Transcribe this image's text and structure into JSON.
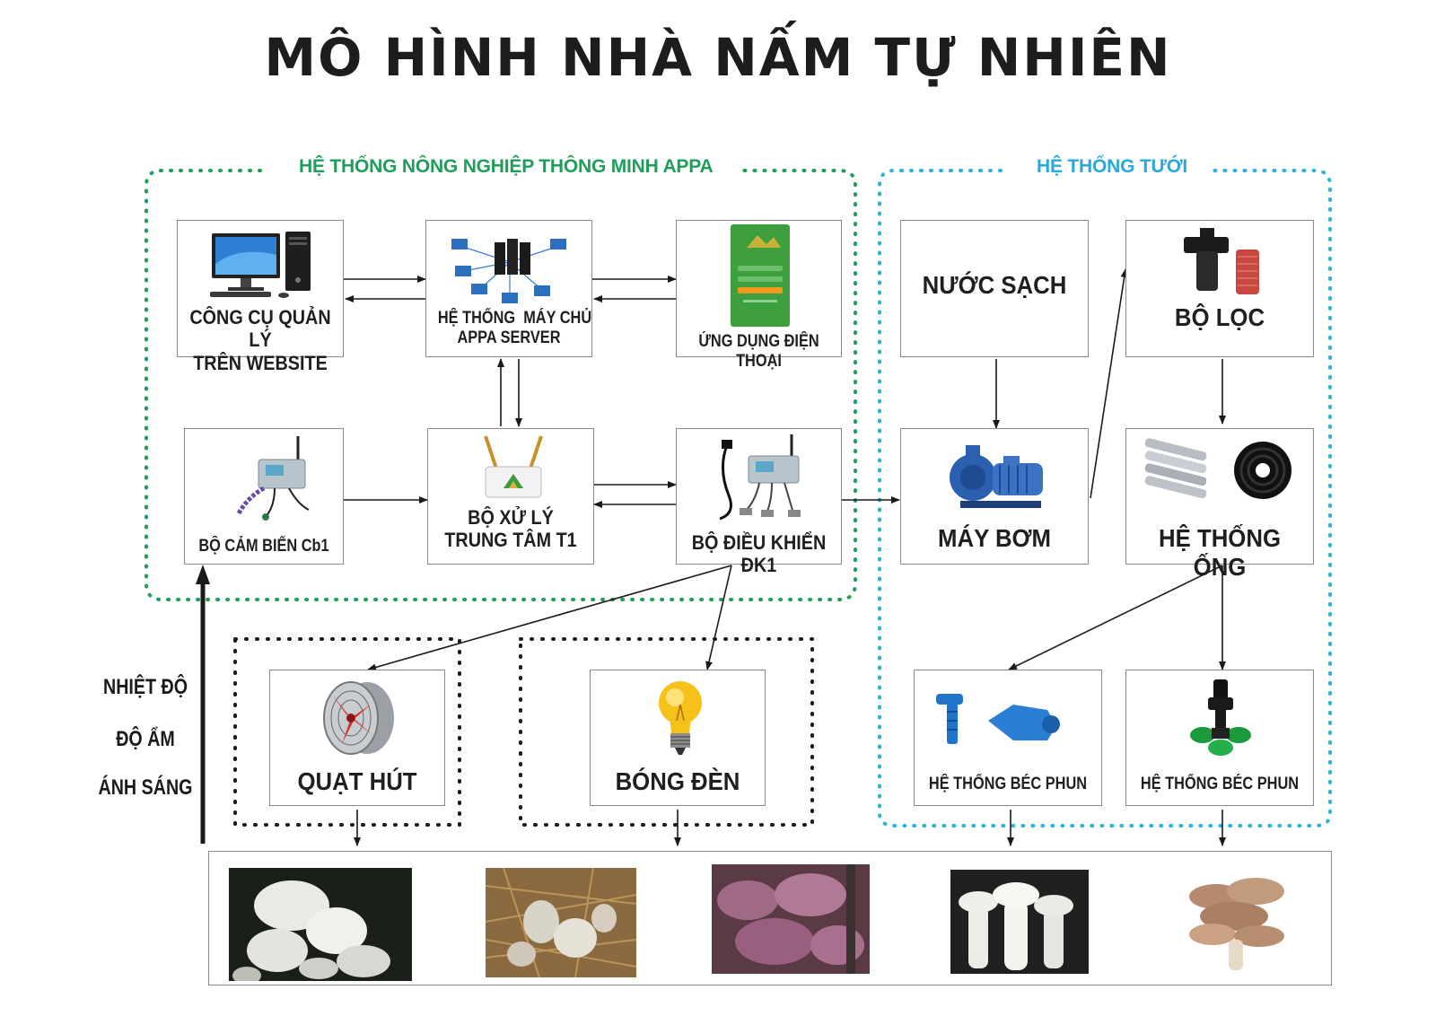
{
  "title": "MÔ HÌNH NHÀ NẤM TỰ NHIÊN",
  "colors": {
    "appa_border": "#1f9e5a",
    "appa_title": "#1f9e5a",
    "irrigation_border": "#2fb3d8",
    "irrigation_title": "#2aa7dd",
    "arrow": "#1a1a1a"
  },
  "groups": {
    "appa": {
      "title": "HỆ THỐNG NÔNG NGHIỆP THÔNG MINH APPA"
    },
    "irrigation": {
      "title": "HỆ THỐNG TƯỚI"
    }
  },
  "nodes": {
    "web_tool": {
      "label_1": "CÔNG CỤ QUẢN LÝ",
      "label_2": "TRÊN WEBSITE",
      "icon": "desktop-computer-icon"
    },
    "server": {
      "label_1": "HỆ THỐNG  MÁY CHỦ",
      "label_2": "APPA SERVER",
      "icon": "server-network-icon"
    },
    "phone_app": {
      "label": "ỨNG DỤNG ĐIỆN THOẠI",
      "icon": "smartphone-app-icon"
    },
    "sensor": {
      "label": "BỘ CẢM BIẾN Cb1",
      "icon": "sensor-device-icon"
    },
    "processor": {
      "label_1": "BỘ XỬ LÝ",
      "label_2": "TRUNG TÂM T1",
      "icon": "router-icon"
    },
    "controller": {
      "label": "BỘ ĐIỀU KHIỂN ĐK1",
      "icon": "controller-device-icon"
    },
    "clean_water": {
      "label": "NƯỚC SẠCH"
    },
    "filter": {
      "label": "BỘ LỌC",
      "icon": "water-filter-icon"
    },
    "pump": {
      "label": "MÁY BƠM",
      "icon": "water-pump-icon"
    },
    "pipes": {
      "label": "HỆ THỐNG ỐNG",
      "icon": "pipes-icon"
    },
    "sprinkler_1": {
      "label": "HỆ THỐNG BÉC PHUN",
      "icon": "sprinkler-nozzle-icon"
    },
    "sprinkler_2": {
      "label": "HỆ THỐNG BÉC PHUN",
      "icon": "mist-nozzle-icon"
    },
    "fan": {
      "label": "QUẠT HÚT",
      "icon": "exhaust-fan-icon"
    },
    "bulb": {
      "label": "BÓNG ĐÈN",
      "icon": "light-bulb-icon"
    }
  },
  "env_labels": [
    "NHIỆT ĐỘ",
    "ĐỘ ẨM",
    "ÁNH SÁNG"
  ],
  "mushrooms": [
    {
      "icon": "button-mushroom-photo"
    },
    {
      "icon": "straw-mushroom-photo"
    },
    {
      "icon": "wood-ear-mushroom-photo"
    },
    {
      "icon": "king-oyster-mushroom-photo"
    },
    {
      "icon": "oyster-mushroom-photo"
    }
  ]
}
